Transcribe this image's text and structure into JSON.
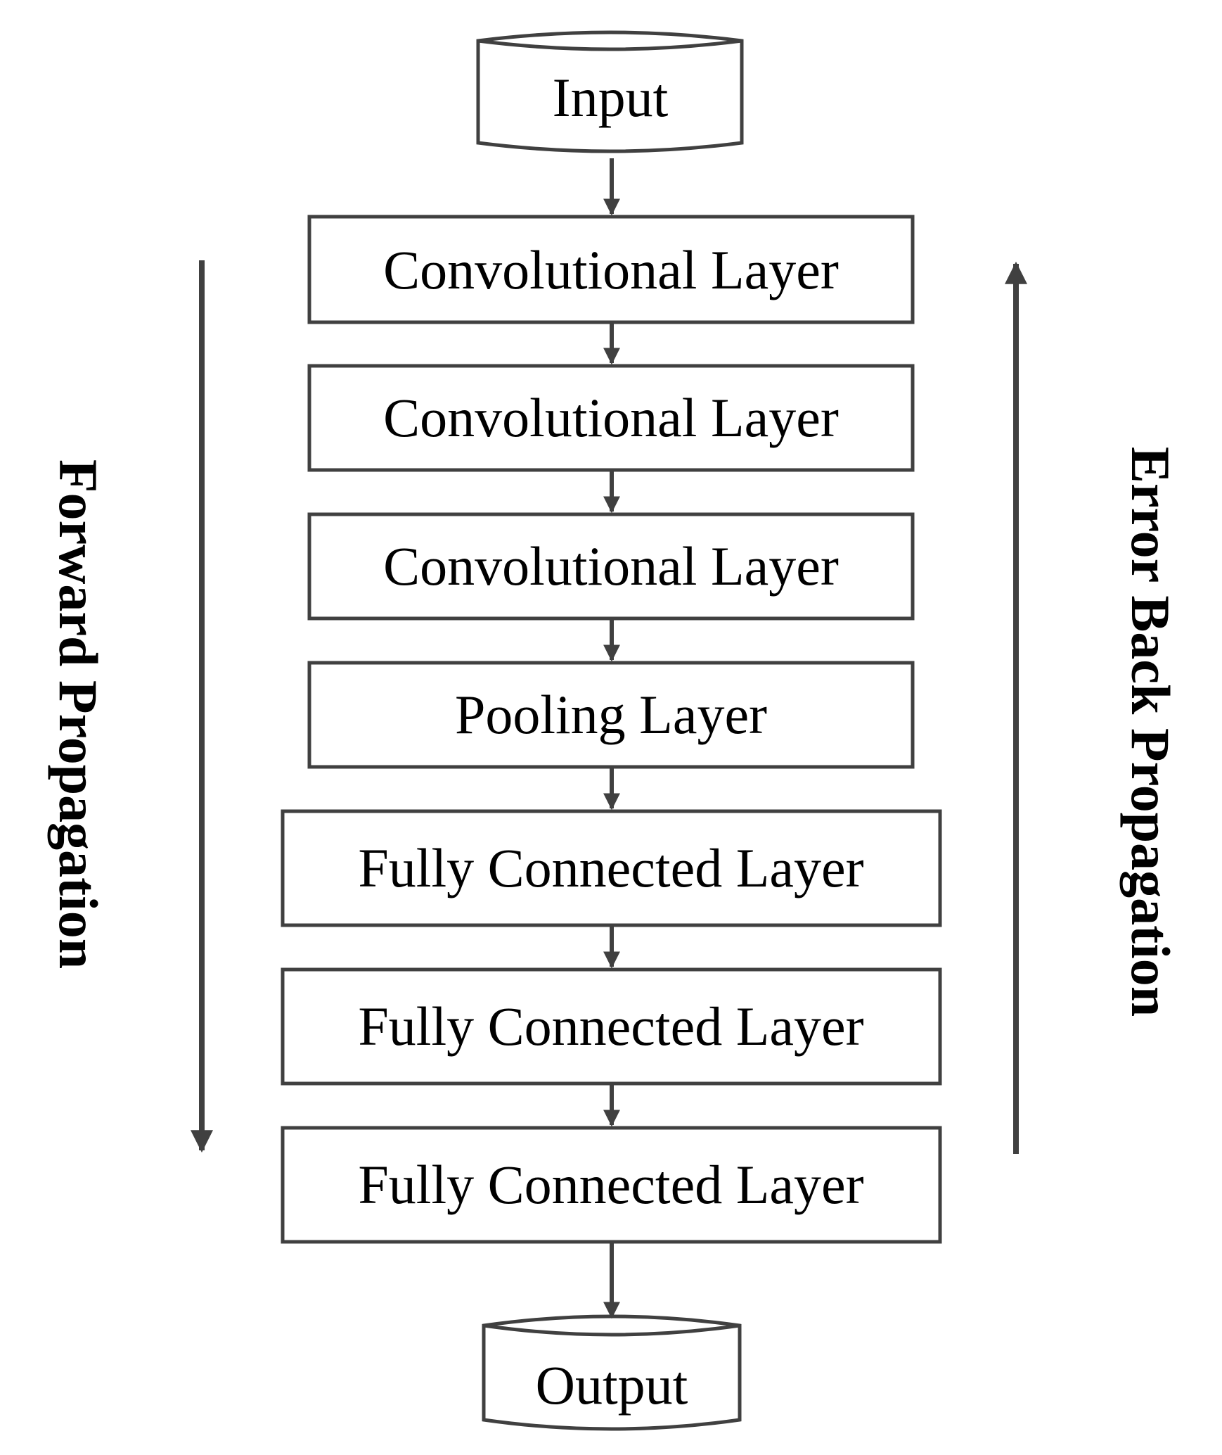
{
  "diagram": {
    "input_label": "Input",
    "output_label": "Output",
    "layers": [
      "Convolutional Layer",
      "Convolutional Layer",
      "Convolutional Layer",
      "Pooling Layer",
      "Fully Connected Layer",
      "Fully Connected Layer",
      "Fully Connected Layer"
    ],
    "forward_label": "Forward Propagation",
    "backward_label": "Error Back Propagation",
    "colors": {
      "stroke": "#404040",
      "text": "#000000",
      "background": "#ffffff"
    }
  }
}
